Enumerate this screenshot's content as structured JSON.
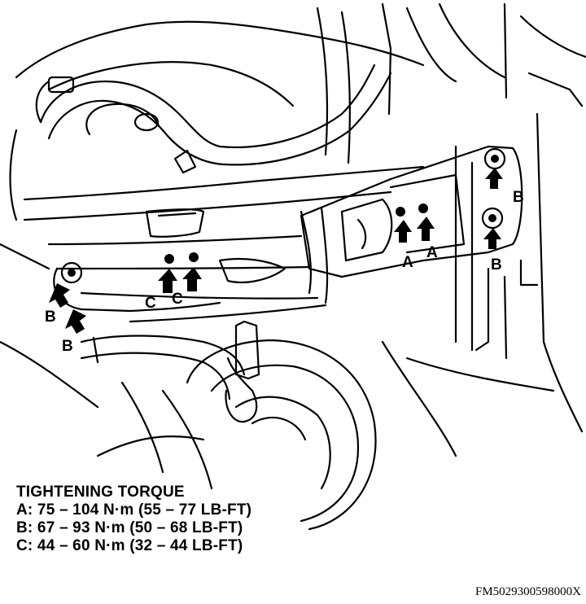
{
  "callouts": {
    "a": "A",
    "b": "B",
    "c": "C"
  },
  "legend": {
    "title": "TIGHTENING TORQUE",
    "rows": [
      "A: 75 – 104 N·m (55 – 77 LB-FT)",
      "B: 67 – 93 N·m (50 – 68 LB-FT)",
      "C: 44 – 60 N·m (32 – 44 LB-FT)"
    ]
  },
  "figure_id": "FM5029300598000X"
}
